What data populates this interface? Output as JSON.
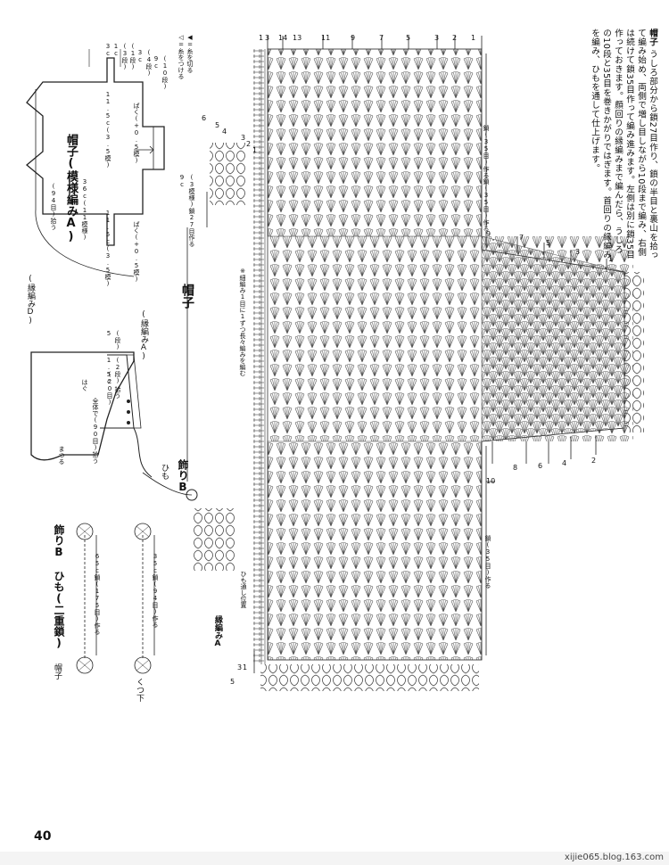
{
  "page_number": "40",
  "watermark": "xijie065.blog.163.com",
  "instructions": {
    "lead": "帽子",
    "text": "うしろ部分から鎖27目作り、鎖の半目と裏山を拾って編み始め、両側で増し目しながら10段まで編み、右側は続けて鎖35目作って編み進みます。左側は別に鎖35目作っておきます。顔回りの縁編みまで編んだら、うしろの10段と35目を巻きかがりではぎます。首回りの縁編みを編み、ひもを通して仕上げます。"
  },
  "hat_plan": {
    "title": "帽子(模様編みA)",
    "edging_label": "(縁編みD)",
    "top_label": "36c(11模様)",
    "top_sub": "(94目)拾う",
    "side_label_1": "11.5c(3.5模)",
    "side_label_2": "11.5c(3.5模)",
    "inc_1": "ぱく(+0.5模)",
    "inc_2": "ぱく(+0.5模)",
    "dim_3c": "3c",
    "dim_1c": "1c",
    "dim_rows_1": "(3段)",
    "dim_rows_2": "(1段)",
    "dim_3c_b": "3c",
    "dim_rows_3": "(4段)",
    "dim_9c": "9c",
    "dim_rows_4": "(10段)",
    "dim_9c_b": "9c",
    "dim_chain": "(3模様)鎖27目作る"
  },
  "side_view": {
    "edging_a": "(縁編みA)",
    "dim_5": "5",
    "dim_5_rows": "(段)",
    "dim_15": "1.5c",
    "dim_15_rows": "(2段)",
    "pick_20": "(20目)",
    "pick_label": "拾う",
    "whole": "全体で(90目)拾う",
    "wrap": "まつる",
    "hagu": "はぐ",
    "string": "ひも",
    "deco_b": "飾りB"
  },
  "deco_section": {
    "title": "飾りB ひも(二重鎖)",
    "hat_label": "帽子",
    "sock_label": "くつ下",
    "hat_chain": "65c鎖(175目)作る",
    "sock_chain": "35c鎖(94目)作る"
  },
  "legend": {
    "attach": "◁=糸をつける",
    "cut": "◀=糸を切る"
  },
  "main_chart": {
    "title": "帽子",
    "chain_label": "鎖(35目)作る",
    "chain_label_2": "鎖(35目)作る",
    "chain_label_3": "鎖(35目)作る",
    "back_chain": "9c",
    "back_chain_b": "(3模様)鎖27目作る",
    "note": "※細編み1目に1ずつ長々編みを編む",
    "string_pos": "ひも通し位置",
    "edging_a": "縁編みA",
    "row_labels_top": [
      "3",
      "1",
      "14",
      "13",
      "11",
      "9",
      "7",
      "5",
      "3",
      "2",
      "1"
    ],
    "row_labels_mid": [
      "9",
      "7",
      "5",
      "3",
      "1"
    ],
    "row_labels_low": [
      "10",
      "8",
      "6",
      "4",
      "2"
    ],
    "row_labels_side": [
      "6",
      "5",
      "4",
      "3",
      "2",
      "1"
    ],
    "row_labels_bottom": [
      "5",
      "3",
      "1"
    ]
  },
  "colors": {
    "ink": "#1a1a1a",
    "chart": "#4a4a4a"
  }
}
